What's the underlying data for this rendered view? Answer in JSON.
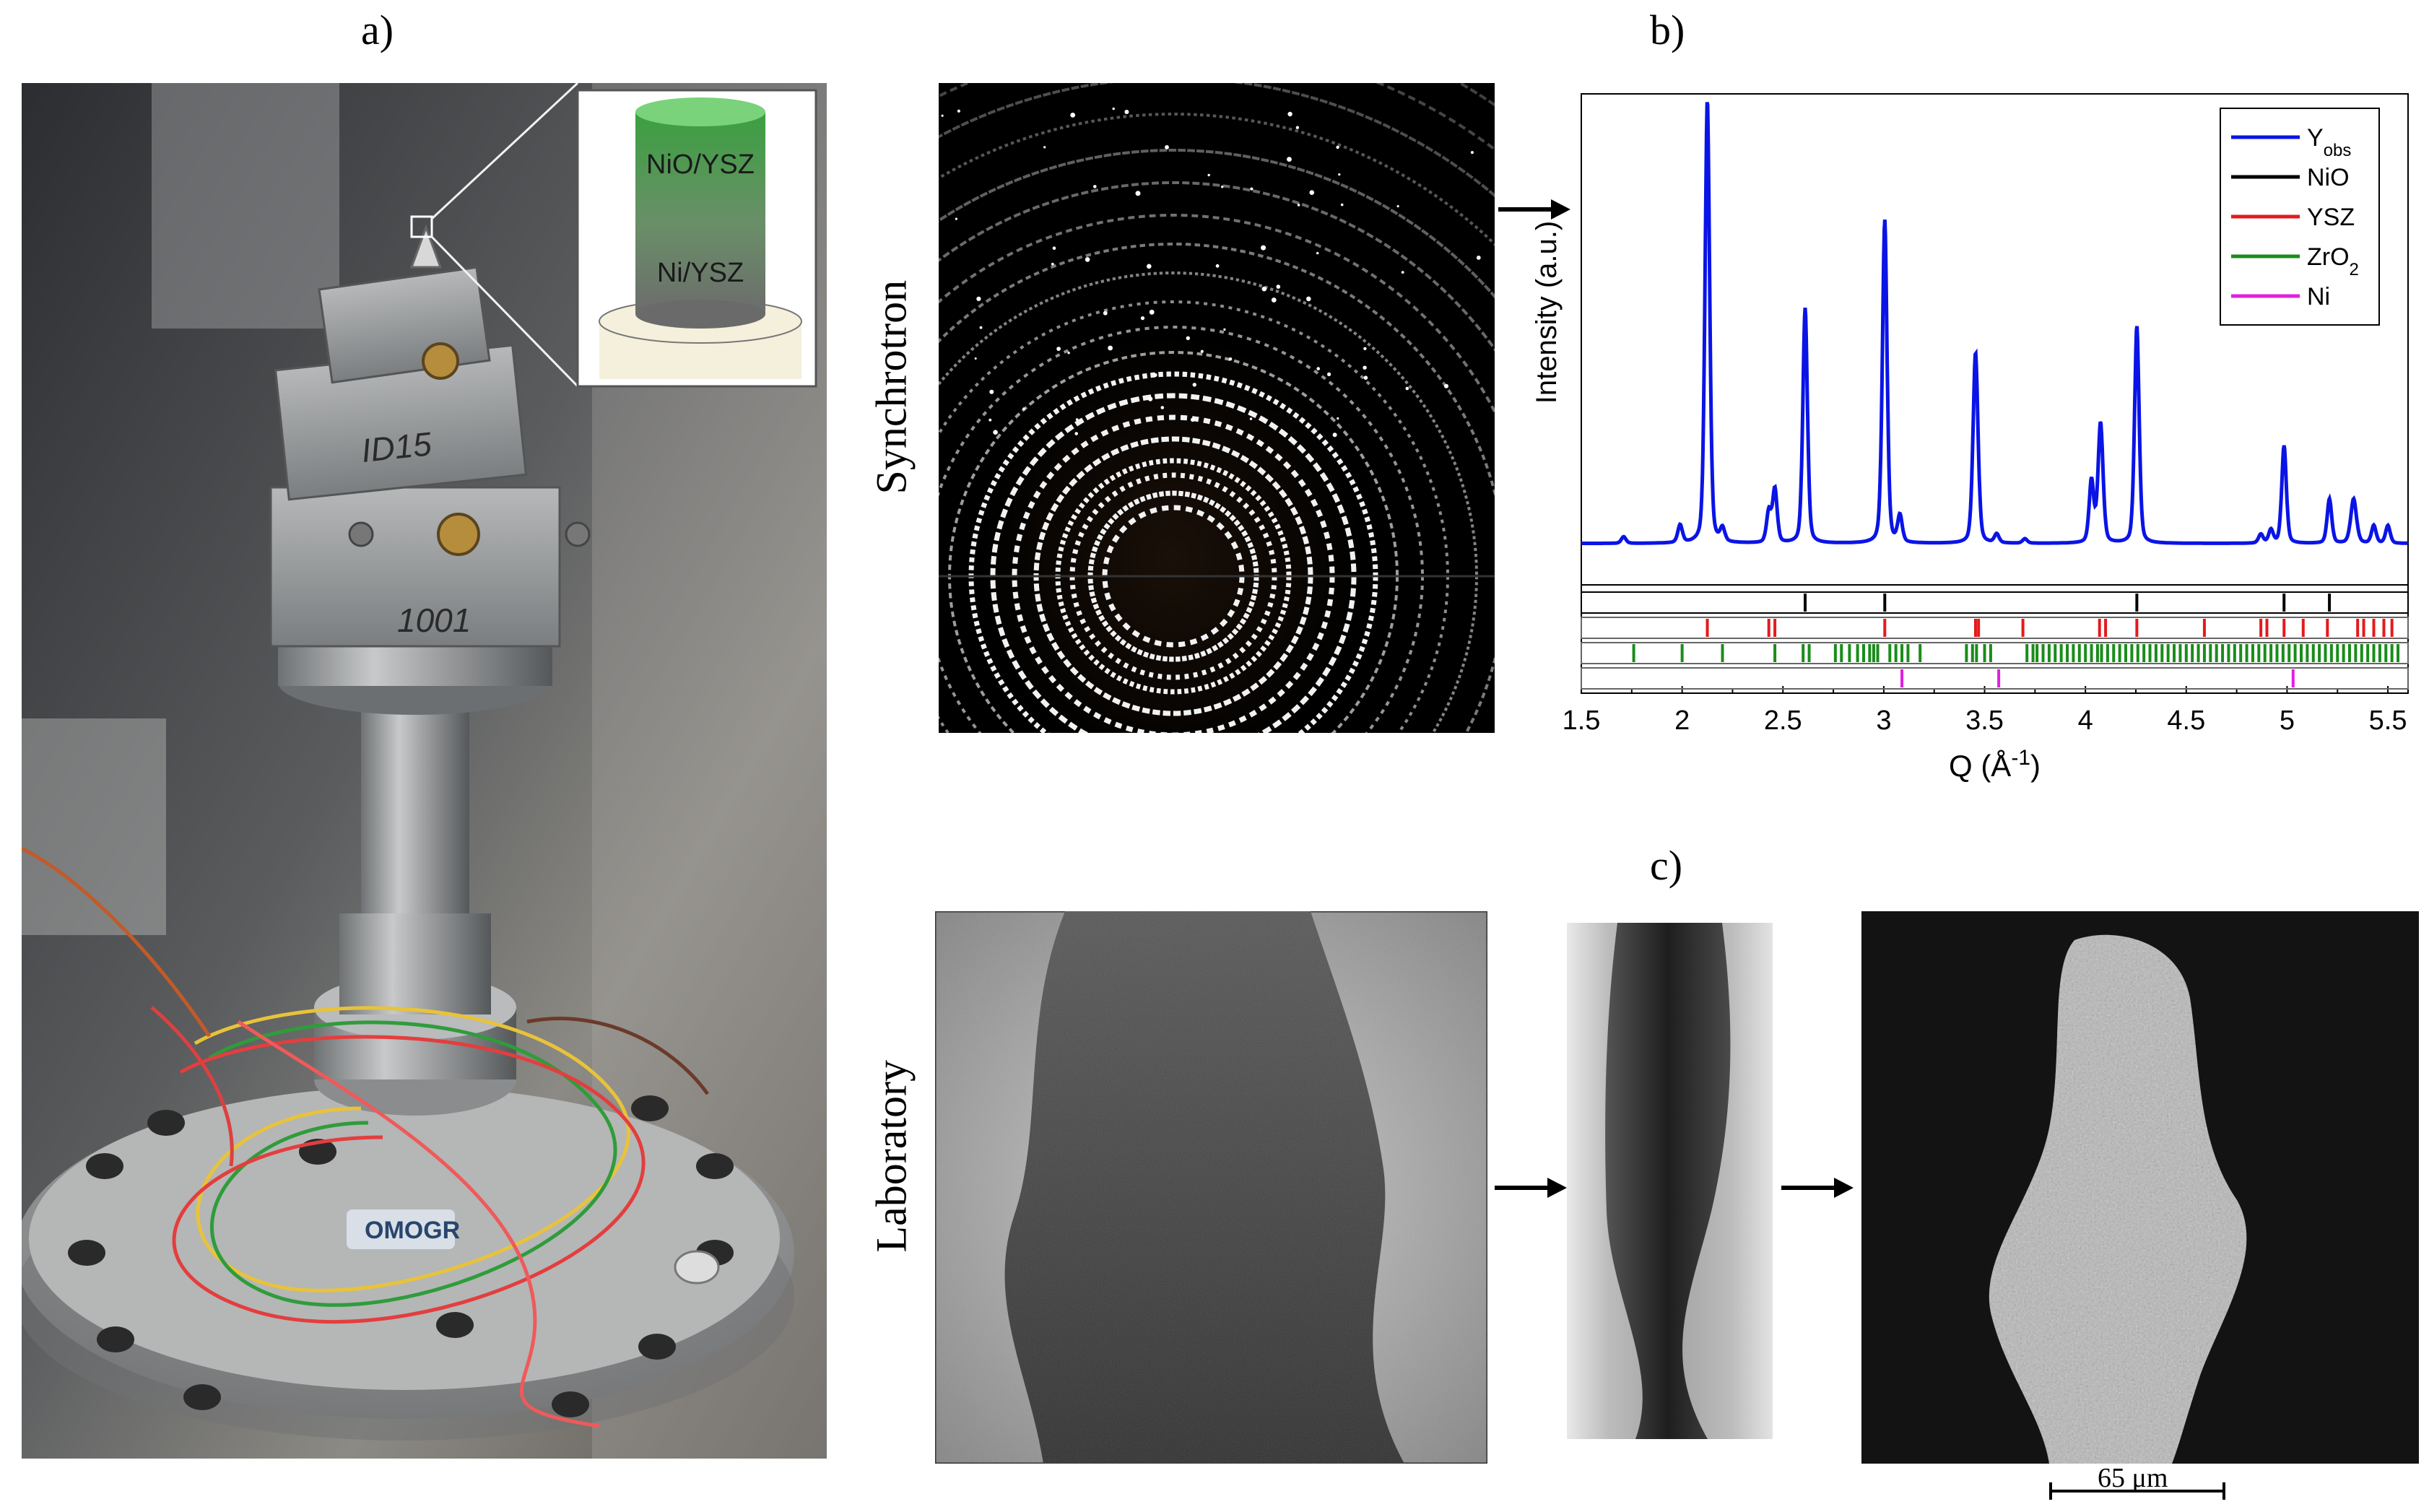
{
  "panels": {
    "a": "a)",
    "b": "b)",
    "c": "c)"
  },
  "row_labels": {
    "top": "Synchrotron",
    "bottom": "Laboratory"
  },
  "photo": {
    "inset_top_label": "NiO/YSZ",
    "inset_bottom_label": "Ni/YSZ",
    "holder_label_1": "ID15",
    "holder_label_2": "1001",
    "base_label": "OMOGR"
  },
  "scale_bar": "65 μm",
  "colors": {
    "obs": "#0a14e6",
    "NiO": "#000000",
    "YSZ": "#e41a1c",
    "ZrO2": "#1a8c1a",
    "Ni": "#e020e0"
  },
  "chart_data": {
    "type": "line",
    "title": "",
    "xlabel": "Q (Å",
    "xlabel_sup": "-1",
    "xlabel_end": ")",
    "ylabel": "Intensity (a.u.)",
    "xlim": [
      1.5,
      5.6
    ],
    "xticks": [
      1.5,
      2,
      2.5,
      3,
      3.5,
      4,
      4.5,
      5,
      5.5
    ],
    "xtick_labels": [
      "1.5",
      "2",
      "2.5",
      "3",
      "3.5",
      "4",
      "4.5",
      "5",
      "5.5"
    ],
    "ylim": [
      0,
      100
    ],
    "baseline": 2,
    "peaks": [
      {
        "q": 1.71,
        "h": 1.5,
        "w": 0.012
      },
      {
        "q": 1.99,
        "h": 4,
        "w": 0.012
      },
      {
        "q": 2.125,
        "h": 100,
        "w": 0.012
      },
      {
        "q": 2.2,
        "h": 3,
        "w": 0.012
      },
      {
        "q": 2.43,
        "h": 7,
        "w": 0.012
      },
      {
        "q": 2.46,
        "h": 12,
        "w": 0.012
      },
      {
        "q": 2.61,
        "h": 53,
        "w": 0.012
      },
      {
        "q": 2.99,
        "h": 2,
        "w": 0.012
      },
      {
        "q": 3.005,
        "h": 72,
        "w": 0.012
      },
      {
        "q": 3.08,
        "h": 6,
        "w": 0.012
      },
      {
        "q": 3.455,
        "h": 43,
        "w": 0.013
      },
      {
        "q": 3.56,
        "h": 2,
        "w": 0.012
      },
      {
        "q": 3.7,
        "h": 1,
        "w": 0.012
      },
      {
        "q": 4.03,
        "h": 14,
        "w": 0.012
      },
      {
        "q": 4.075,
        "h": 27,
        "w": 0.013
      },
      {
        "q": 4.255,
        "h": 49,
        "w": 0.012
      },
      {
        "q": 4.87,
        "h": 2,
        "w": 0.012
      },
      {
        "q": 4.92,
        "h": 3,
        "w": 0.012
      },
      {
        "q": 4.985,
        "h": 22,
        "w": 0.012
      },
      {
        "q": 5.21,
        "h": 10,
        "w": 0.012
      },
      {
        "q": 5.33,
        "h": 10,
        "w": 0.015
      },
      {
        "q": 5.43,
        "h": 4,
        "w": 0.012
      },
      {
        "q": 5.5,
        "h": 4,
        "w": 0.012
      }
    ],
    "series": [
      {
        "name": "Y",
        "name_sub": "obs",
        "key": "obs"
      }
    ],
    "legend": {
      "placement": "top-right",
      "entries": [
        {
          "key": "obs",
          "label": "Y",
          "sub": "obs"
        },
        {
          "key": "NiO",
          "label": "NiO",
          "sub": ""
        },
        {
          "key": "YSZ",
          "label": "YSZ",
          "sub": ""
        },
        {
          "key": "ZrO2",
          "label": "ZrO",
          "sub": "2"
        },
        {
          "key": "Ni",
          "label": "Ni",
          "sub": ""
        }
      ]
    },
    "reflections": {
      "NiO": [
        2.61,
        3.005,
        4.255,
        4.985,
        5.21
      ],
      "YSZ": [
        2.125,
        2.43,
        2.46,
        3.005,
        3.455,
        3.47,
        3.69,
        4.07,
        4.1,
        4.255,
        4.59,
        4.87,
        4.9,
        4.985,
        5.08,
        5.2,
        5.35,
        5.38,
        5.43,
        5.48,
        5.52
      ],
      "ZrO2": [
        1.76,
        2.0,
        2.2,
        2.46,
        2.6,
        2.63,
        2.76,
        2.79,
        2.83,
        2.87,
        2.9,
        2.93,
        2.95,
        2.97,
        3.03,
        3.06,
        3.09,
        3.12,
        3.18,
        3.41,
        3.44,
        3.46,
        3.5,
        3.53,
        3.71,
        3.74,
        3.76,
        3.79,
        3.82,
        3.85,
        3.88,
        3.91,
        3.94,
        3.97,
        4.0,
        4.03,
        4.06,
        4.08,
        4.11,
        4.14,
        4.17,
        4.2,
        4.23,
        4.26,
        4.29,
        4.32,
        4.35,
        4.38,
        4.41,
        4.44,
        4.47,
        4.5,
        4.53,
        4.56,
        4.59,
        4.62,
        4.65,
        4.68,
        4.71,
        4.74,
        4.77,
        4.8,
        4.83,
        4.86,
        4.89,
        4.92,
        4.95,
        4.98,
        5.01,
        5.04,
        5.07,
        5.1,
        5.13,
        5.16,
        5.19,
        5.22,
        5.25,
        5.28,
        5.31,
        5.34,
        5.37,
        5.4,
        5.43,
        5.46,
        5.49,
        5.52,
        5.55
      ],
      "Ni": [
        3.09,
        3.57,
        5.03
      ]
    }
  }
}
